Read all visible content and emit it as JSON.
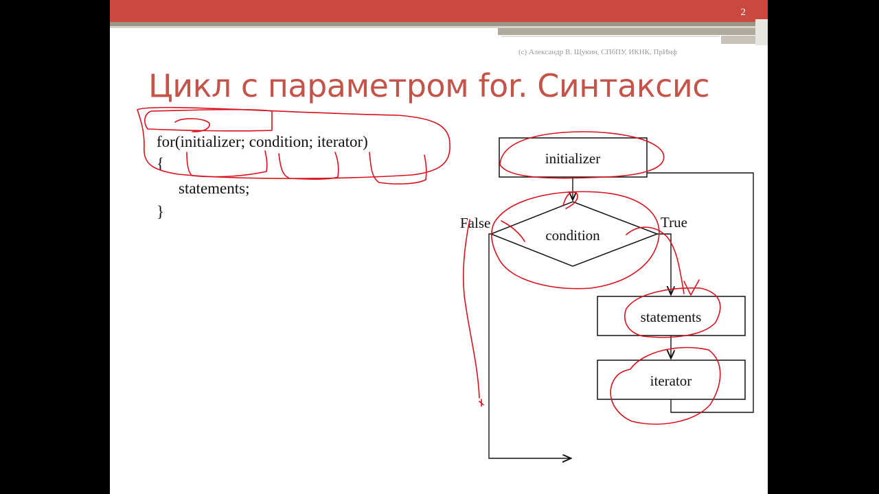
{
  "slide": {
    "number": "2",
    "copyright": "(c) Александр В. Щукин, СПбПУ, ИКНК, ПрИнф",
    "title": "Цикл с параметром for. Синтаксис"
  },
  "code": {
    "line1": "for(initializer; condition; iterator)",
    "line2": "{",
    "line3": "statements;",
    "line4": "}"
  },
  "flowchart": {
    "initializer": "initializer",
    "condition": "condition",
    "statements": "statements",
    "iterator": "iterator",
    "false_label": "False",
    "true_label": "True"
  },
  "colors": {
    "accent_bar": "#c9493f",
    "title": "#c4534a",
    "ink_annotation": "#d9101c"
  }
}
